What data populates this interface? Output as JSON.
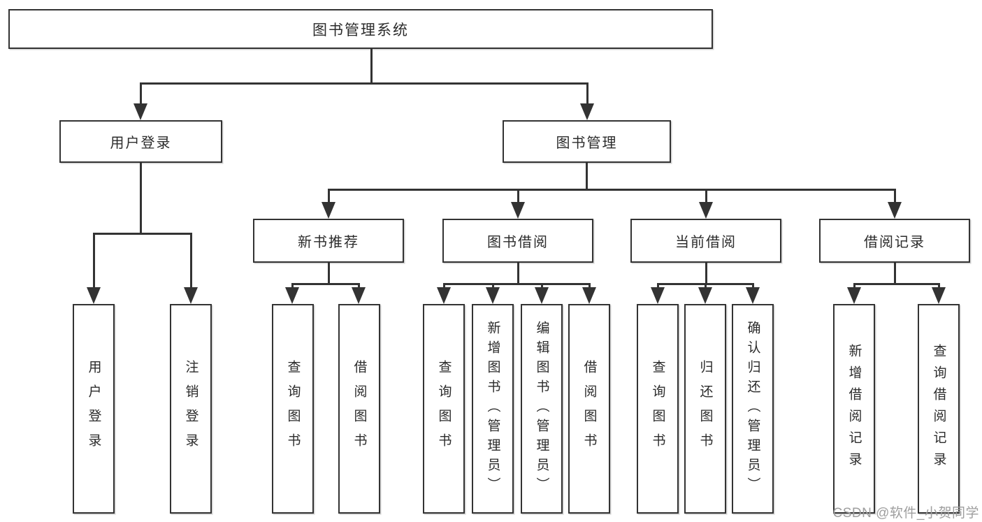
{
  "nodes": {
    "root": {
      "label": "图书管理系统"
    },
    "user_login": {
      "label": "用户登录"
    },
    "book_management": {
      "label": "图书管理"
    },
    "new_book_recommend": {
      "label": "新书推荐"
    },
    "book_borrowing": {
      "label": "图书借阅"
    },
    "current_borrowing": {
      "label": "当前借阅"
    },
    "borrowing_records": {
      "label": "借阅记录"
    },
    "user_login_action": {
      "label": "用户登录"
    },
    "logout_action": {
      "label": "注销登录"
    },
    "nbr_query_books": {
      "label": "查询图书"
    },
    "nbr_borrow_books": {
      "label": "借阅图书"
    },
    "bb_query_books": {
      "label": "查询图书"
    },
    "bb_add_books": {
      "label": "新增图书（管理员）"
    },
    "bb_edit_books": {
      "label": "编辑图书（管理员）"
    },
    "bb_borrow_books": {
      "label": "借阅图书"
    },
    "cb_query_books": {
      "label": "查询图书"
    },
    "cb_return_books": {
      "label": "归还图书"
    },
    "cb_confirm_return": {
      "label": "确认归还（管理员）"
    },
    "br_add_record": {
      "label": "新增借阅记录"
    },
    "br_query_record": {
      "label": "查询借阅记录"
    }
  },
  "edges": [
    {
      "from": "图书管理系统",
      "to": [
        "用户登录",
        "图书管理"
      ]
    },
    {
      "from": "用户登录",
      "to": [
        "用户登录",
        "注销登录"
      ]
    },
    {
      "from": "图书管理",
      "to": [
        "新书推荐",
        "图书借阅",
        "当前借阅",
        "借阅记录"
      ]
    },
    {
      "from": "新书推荐",
      "to": [
        "查询图书",
        "借阅图书"
      ]
    },
    {
      "from": "图书借阅",
      "to": [
        "查询图书",
        "新增图书（管理员）",
        "编辑图书（管理员）",
        "借阅图书"
      ]
    },
    {
      "from": "当前借阅",
      "to": [
        "查询图书",
        "归还图书",
        "确认归还（管理员）"
      ]
    },
    {
      "from": "借阅记录",
      "to": [
        "新增借阅记录",
        "查询借阅记录"
      ]
    }
  ],
  "watermark": {
    "text": "CSDN @软件_小贺同学"
  },
  "colors": {
    "line": "#333333",
    "text": "#2b2b2b",
    "boxfill": "#ffffff",
    "background": "#ffffff",
    "watermark": "#9e9e9e"
  }
}
